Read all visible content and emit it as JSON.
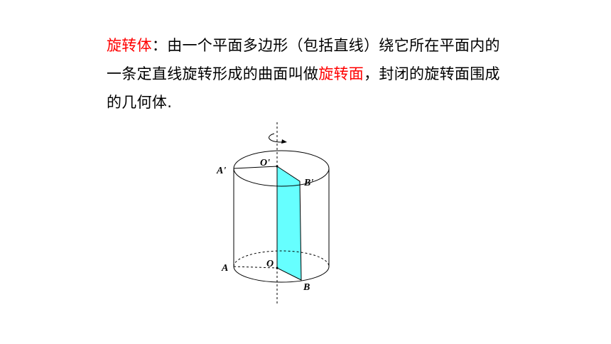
{
  "paragraph": {
    "term1": "旋转体",
    "part1": "：由一个平面多边形（包括直线）绕它所在平面内的",
    "part2": "一条定直线旋转形成的曲面叫做",
    "term2": "旋转面",
    "part3": "，封闭的旋转面围成",
    "part4": "的几何体."
  },
  "figure": {
    "labels": {
      "a_prime": "A'",
      "o_prime": "O'",
      "b_prime": "B'",
      "a": "A",
      "o": "O",
      "b": "B"
    },
    "colors": {
      "rectangle_fill": "#66ffff",
      "stroke": "#000000"
    }
  }
}
